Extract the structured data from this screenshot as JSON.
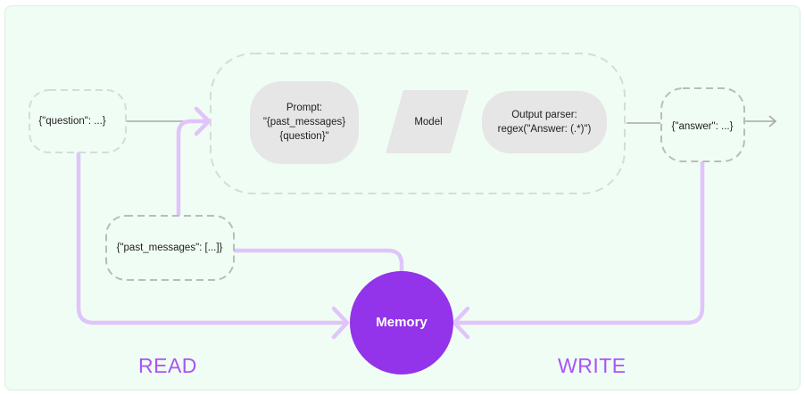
{
  "nodes": {
    "question": "{\"question\": ...}",
    "past_messages": "{\"past_messages\": [...]}",
    "answer": "{\"answer\": ...}",
    "prompt": {
      "line1": "Prompt:",
      "line2": "\"{past_messages}",
      "line3": "{question}\""
    },
    "model": "Model",
    "output_parser": {
      "line1": "Output parser:",
      "line2": "regex(\"Answer: (.*)\")"
    },
    "memory": "Memory"
  },
  "labels": {
    "read": "READ",
    "write": "WRITE"
  },
  "colors": {
    "background": "#f0fdf4",
    "purple_path": "#e0c4fb",
    "memory_fill": "#9333ea",
    "label_purple": "#a855f7",
    "node_fill": "#e6e6e6",
    "dashed_border": "#b8bdb8",
    "chain_border": "#d6dcd6",
    "gray_arrow": "#a9a9a9"
  }
}
